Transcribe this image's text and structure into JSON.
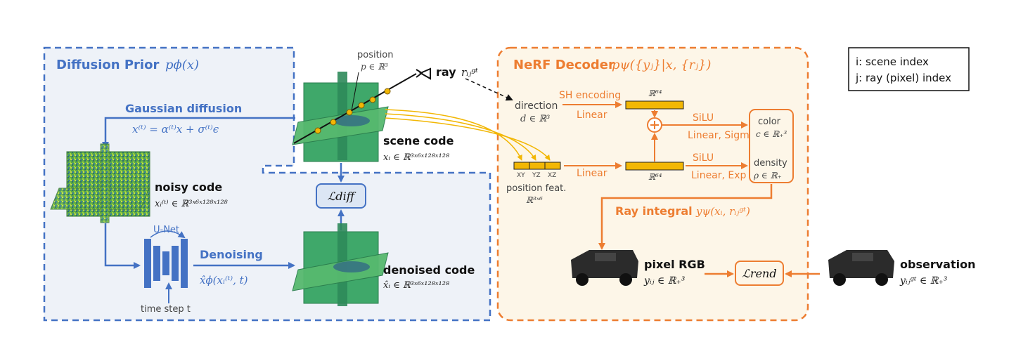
{
  "diffusion_prior": {
    "title": "Diffusion Prior",
    "title_math": "pϕ(x)",
    "gaussian_diffusion": "Gaussian diffusion",
    "gaussian_formula": "x⁽ᵗ⁾ = α⁽ᵗ⁾x + σ⁽ᵗ⁾ϵ",
    "unet_label": "U-Net",
    "denoising_label": "Denoising",
    "denoising_formula": "x̂ϕ(xᵢ⁽ᵗ⁾, t)",
    "time_step": "time step t",
    "noisy_code_label": "noisy code",
    "noisy_code_math": "xᵢ⁽ᵗ⁾ ∈ ℝ³ˣ⁶ˣ¹²⁸ˣ¹²⁸",
    "scene_code_label": "scene code",
    "scene_code_math": "xᵢ ∈ ℝ³ˣ⁶ˣ¹²⁸ˣ¹²⁸",
    "denoised_code_label": "denoised code",
    "denoised_code_math": "x̂ᵢ ∈ ℝ³ˣ⁶ˣ¹²⁸ˣ¹²⁸",
    "loss_diff": "ℒdiff",
    "position_label": "position",
    "position_math": "p ∈ ℝ³",
    "ray_label": "ray",
    "ray_math": "rᵢⱼᵍᵗ"
  },
  "nerf_decoder": {
    "title": "NeRF Decoder",
    "title_math": "pψ({yⱼ}|x, {rⱼ})",
    "direction_label": "direction",
    "direction_math": "d ∈ ℝ³",
    "sh_encoding": "SH encoding",
    "linear_top": "Linear",
    "r64_top": "ℝ⁶⁴",
    "r64_bottom": "ℝ⁶⁴",
    "silu_top": "SiLU",
    "linear_sigmoid": "Linear, Sigmoid",
    "silu_bottom": "SiLU",
    "linear_exp": "Linear, Exp",
    "linear_mid": "Linear",
    "color_label": "color",
    "color_math": "c ∈ ℝ₊³",
    "density_label": "density",
    "density_math": "ρ ∈ ℝ₊",
    "position_feat": "position feat.",
    "position_feat_math": "ℝ³ˣ⁶",
    "xy": "XY",
    "yz": "YZ",
    "xz": "XZ",
    "ray_integral": "Ray integral",
    "ray_integral_math": "yψ(xᵢ, rᵢⱼᵍᵗ)",
    "pixel_rgb_label": "pixel RGB",
    "pixel_rgb_math": "yᵢⱼ ∈ ℝ₊³",
    "loss_rend": "ℒrend",
    "observation_label": "observation",
    "observation_math": "yᵢⱼᵍᵗ ∈ ℝ₊³"
  },
  "legend": {
    "line1": "i: scene index",
    "line2": "j: ray (pixel) index"
  },
  "colors": {
    "blue": "#4472C4",
    "orange": "#ED7D31",
    "gold": "#F2B705",
    "panel_blue": "#EEF2F8",
    "panel_orange": "#FDF6E8"
  }
}
